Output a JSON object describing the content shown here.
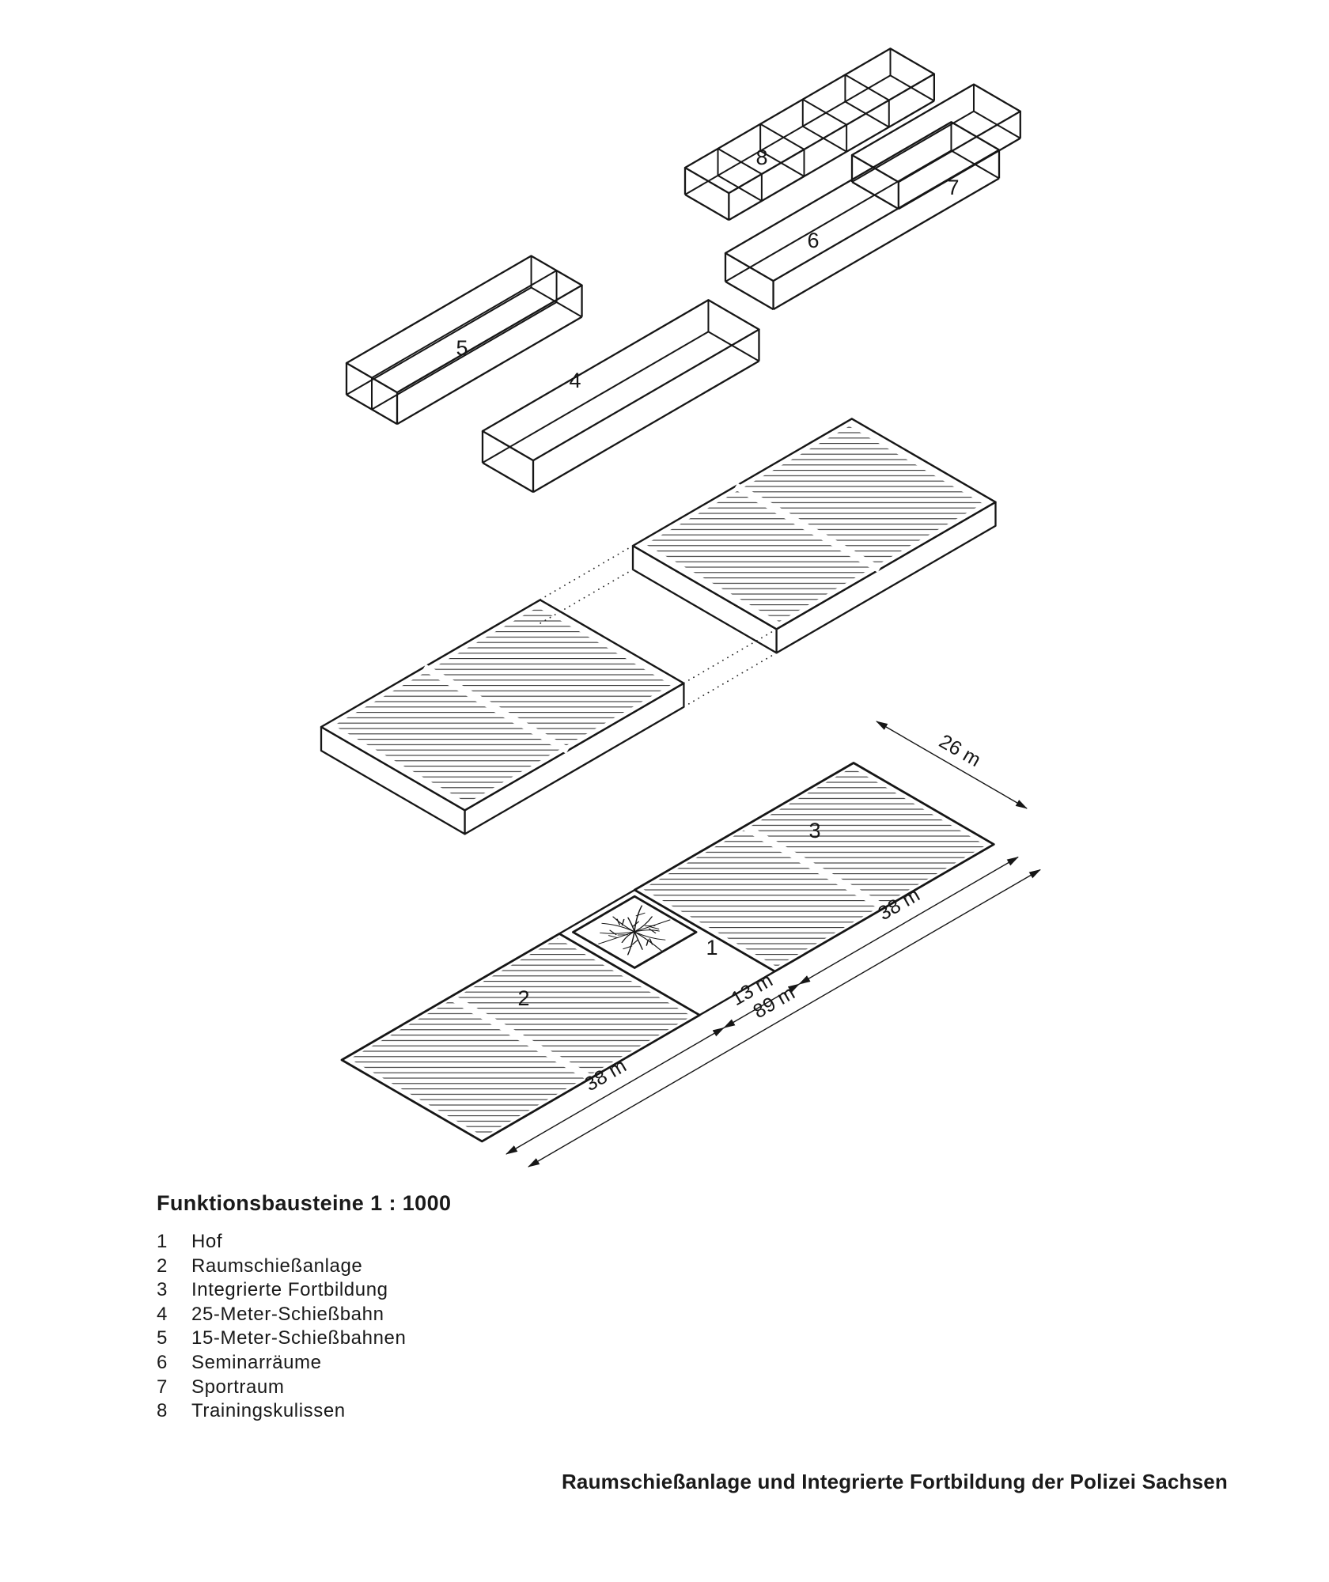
{
  "legend": {
    "title": "Funktionsbausteine 1 : 1000",
    "items": [
      {
        "num": "1",
        "label": "Hof"
      },
      {
        "num": "2",
        "label": "Raumschießanlage"
      },
      {
        "num": "3",
        "label": "Integrierte Fortbildung"
      },
      {
        "num": "4",
        "label": "25-Meter-Schießbahn"
      },
      {
        "num": "5",
        "label": "15-Meter-Schießbahnen"
      },
      {
        "num": "6",
        "label": "Seminarräume"
      },
      {
        "num": "7",
        "label": "Sportraum"
      },
      {
        "num": "8",
        "label": "Trainingskulissen"
      }
    ]
  },
  "caption": "Raumschießanlage und Integrierte Fortbildung der Polizei Sachsen",
  "diagram": {
    "block_labels": {
      "b4": "4",
      "b5": "5",
      "b6": "6",
      "b7": "7",
      "b8": "8"
    },
    "plan_labels": {
      "hof": "1",
      "raumschiessanlage": "2",
      "fortbildung": "3"
    },
    "dimensions": {
      "width_top": "26 m",
      "len_left": "38 m",
      "len_mid": "13 m",
      "len_right": "38 m",
      "len_total": "89 m"
    }
  },
  "colors": {
    "ink": "#161616",
    "hatch": "#333333"
  }
}
